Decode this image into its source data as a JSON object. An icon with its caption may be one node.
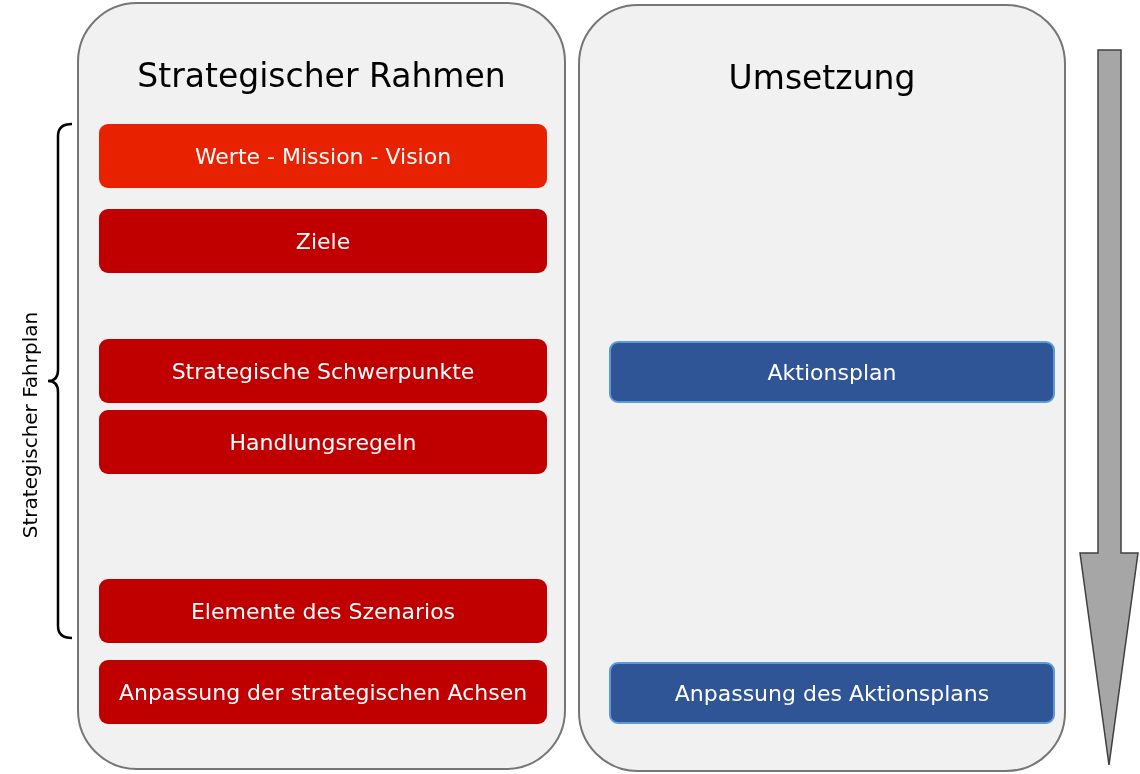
{
  "diagram": {
    "nodes": [
      {
        "text": [
          "Strategischer Rahmen"
        ]
      },
      {
        "text": [
          "Werte - Mission - Vision"
        ],
        "in": 0
      },
      {
        "text": [
          "Ziele"
        ],
        "in": 0
      },
      {
        "text": [
          "Strategische Schwerpunkte"
        ],
        "in": 0
      },
      {
        "text": [
          "Handlungsregeln"
        ],
        "in": 0
      },
      {
        "text": [
          "Elemente des Szenarios"
        ],
        "in": 0
      },
      {
        "text": [
          "Anpassung der strategischen Achsen"
        ],
        "in": 0
      },
      {
        "text": [
          "Umsetzung"
        ]
      },
      {
        "text": [
          "Aktionsplan"
        ],
        "in": 7
      },
      {
        "text": [
          "Anpassung des Aktionsplans"
        ],
        "in": 7
      }
    ],
    "labels": [
      "Strategischer Fahrplan"
    ]
  }
}
